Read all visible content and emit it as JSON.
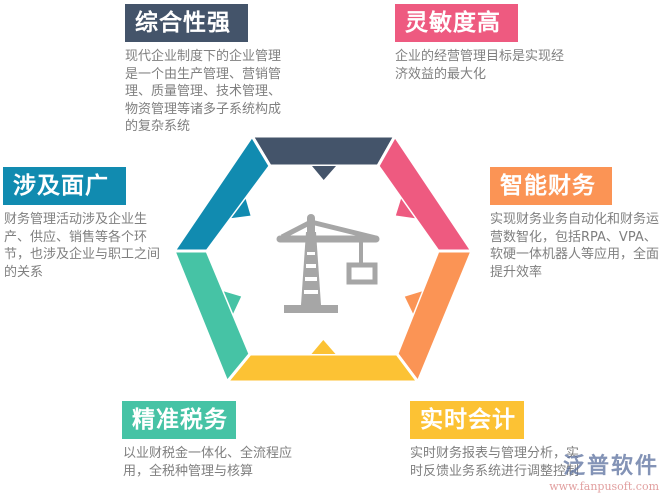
{
  "items": [
    {
      "title": "综合性强",
      "text": "现代企业制度下的企业管理是一个由生产管理、营销管理、质量管理、技术管理、物资管理等诸多子系统构成的复杂系统",
      "color": "#44546a"
    },
    {
      "title": "灵敏度高",
      "text": "企业的经营管理目标是实现经济效益的最大化",
      "color": "#ee5a80"
    },
    {
      "title": "涉及面广",
      "text": "财务管理活动涉及企业生产、供应、销售等各个环节，也涉及企业与职工之间的关系",
      "color": "#118bb0"
    },
    {
      "title": "智能财务",
      "text": "实现财务业务自动化和财务运营数智化，包括RPA、VPA、软硬一体机器人等应用，全面提升效率",
      "color": "#fb9455"
    },
    {
      "title": "精准税务",
      "text": "以业财税金一体化、全流程应用，全税种管理与核算",
      "color": "#46c3a5"
    },
    {
      "title": "实时会计",
      "text": "实时财务报表与管理分析，实时反馈业务系统进行调整控制",
      "color": "#fcc234"
    }
  ],
  "center_icon": "crane-icon",
  "watermark": {
    "name": "泛普软件",
    "url": "www.fanpusoft.com"
  }
}
